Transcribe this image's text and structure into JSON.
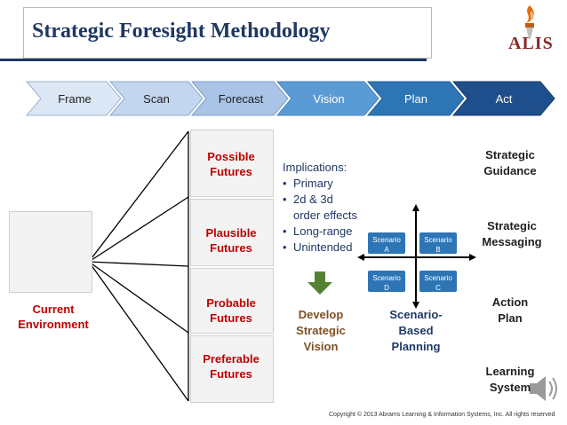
{
  "title": "Strategic Foresight Methodology",
  "logo": {
    "text": "ALIS",
    "icon": "torch-icon"
  },
  "process_steps": [
    {
      "label": "Frame",
      "color": "#dbe7f5"
    },
    {
      "label": "Scan",
      "color": "#c3d6ee"
    },
    {
      "label": "Forecast",
      "color": "#a9c4e6"
    },
    {
      "label": "Vision",
      "color": "#5b9bd5"
    },
    {
      "label": "Plan",
      "color": "#2e75b6"
    },
    {
      "label": "Act",
      "color": "#1f4e8c"
    }
  ],
  "current_environment": "Current\nEnvironment",
  "futures": [
    "Possible\nFutures",
    "Plausible\nFutures",
    "Probable\nFutures",
    "Preferable\nFutures"
  ],
  "implications": {
    "heading": "Implications:",
    "items": [
      "Primary",
      "2d & 3d\norder effects",
      "Long-range",
      "Unintended"
    ]
  },
  "develop_vision": "Develop\nStrategic\nVision",
  "scenarios": [
    "Scenario\nA",
    "Scenario\nB",
    "Scenario\nD",
    "Scenario\nC"
  ],
  "scenario_planning": "Scenario-\nBased\nPlanning",
  "act_outputs": [
    {
      "label": "Strategic\nGuidance",
      "color": "#1f1f1f"
    },
    {
      "label": "Strategic\nMessaging",
      "color": "#1f1f1f"
    },
    {
      "label": "Action\nPlan",
      "color": "#1f1f1f"
    },
    {
      "label": "Learning\nSystem",
      "color": "#1f1f1f"
    }
  ],
  "copyright": "Copyright © 2013 Abrams Learning & Information Systems, Inc. All rights reserved",
  "colors": {
    "title": "#1f3864",
    "futures": "#c00000",
    "arrow": "#548235",
    "brown": "#7f4f24"
  }
}
